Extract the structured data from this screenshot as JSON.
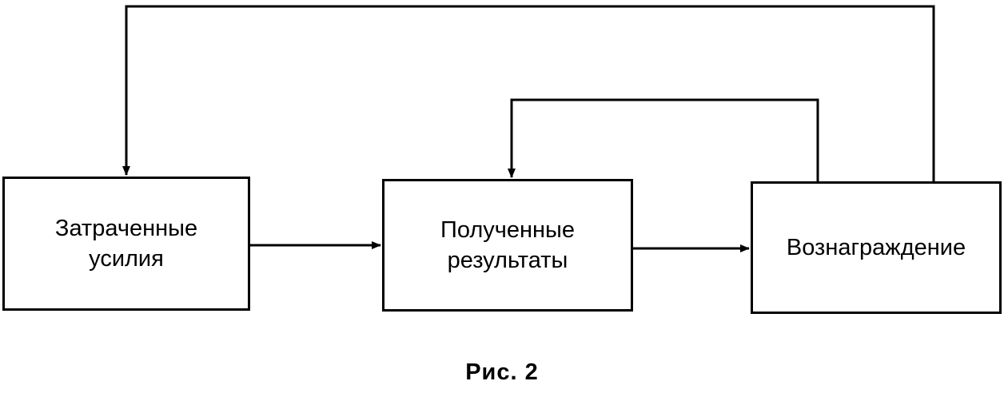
{
  "diagram": {
    "boxes": {
      "effort": {
        "lines": [
          "Затраченные",
          "усилия"
        ]
      },
      "results": {
        "lines": [
          "Полученные",
          "результаты"
        ]
      },
      "reward": {
        "lines": [
          "Вознаграждение"
        ]
      }
    },
    "caption": "Рис. 2"
  }
}
